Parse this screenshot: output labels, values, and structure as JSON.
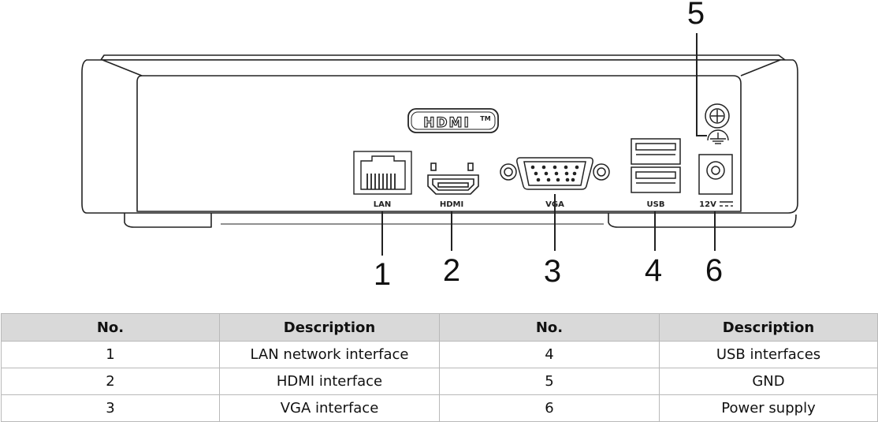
{
  "diagram": {
    "hdmi_logo": "HDMI",
    "hdmi_tm": "TM",
    "port_labels": {
      "lan": "LAN",
      "hdmi": "HDMI",
      "vga": "VGA",
      "usb": "USB",
      "power": "12V"
    },
    "callouts": [
      "1",
      "2",
      "3",
      "4",
      "5",
      "6"
    ]
  },
  "table": {
    "headers": [
      "No.",
      "Description",
      "No.",
      "Description"
    ],
    "rows": [
      [
        "1",
        "LAN network interface",
        "4",
        "USB interfaces"
      ],
      [
        "2",
        "HDMI interface",
        "5",
        "GND"
      ],
      [
        "3",
        "VGA interface",
        "6",
        "Power supply"
      ]
    ]
  }
}
